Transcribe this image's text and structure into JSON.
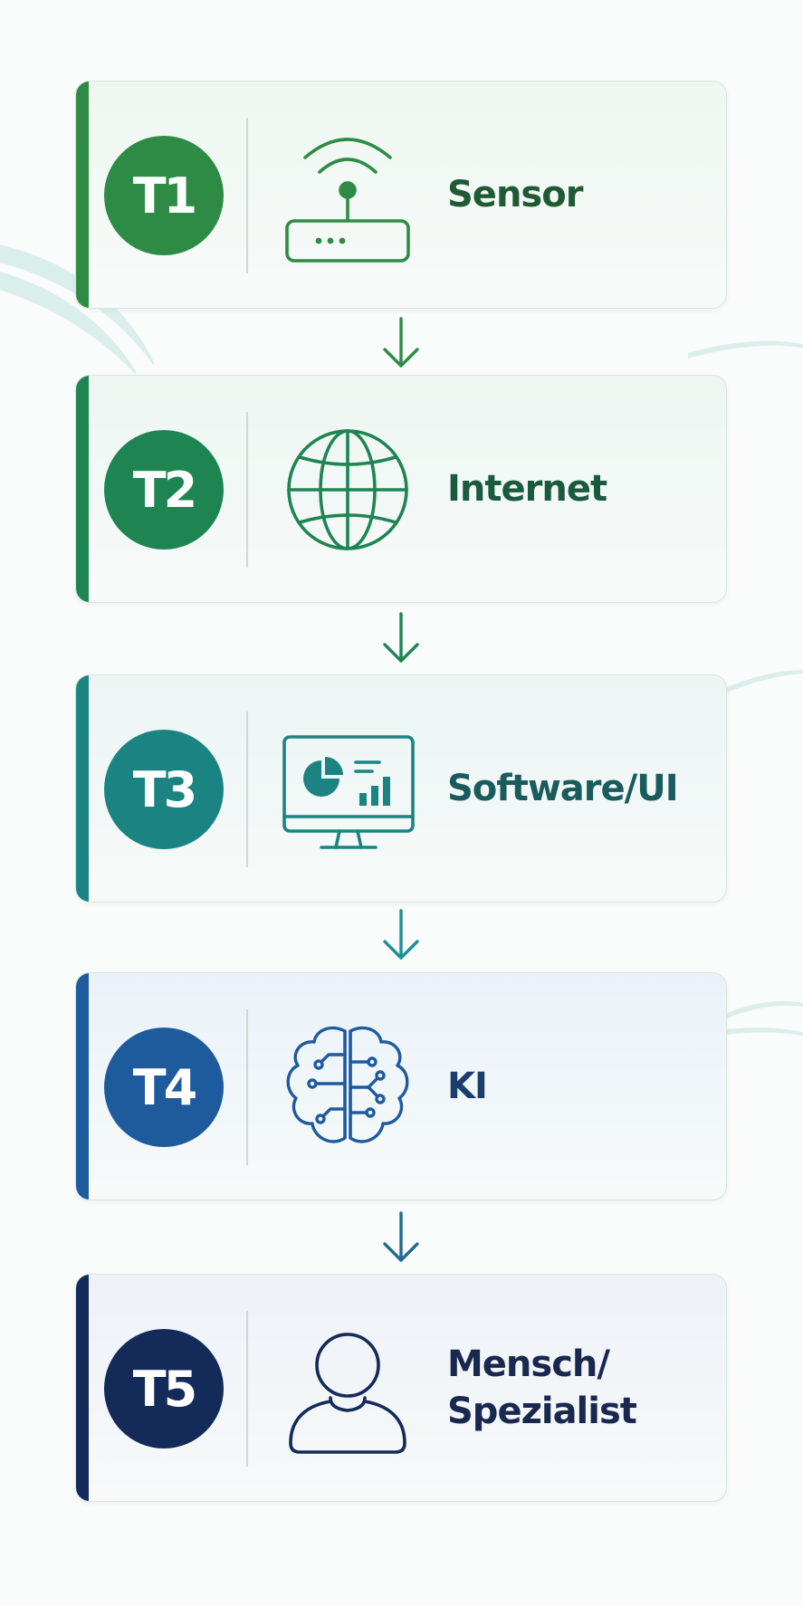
{
  "steps": [
    {
      "badge": "T1",
      "label": "Sensor",
      "icon": "router-signal-icon",
      "color": "#2e8b45",
      "label_color": "#1f5a34",
      "bg": "#eef7f1"
    },
    {
      "badge": "T2",
      "label": "Internet",
      "icon": "globe-icon",
      "color": "#1e8552",
      "label_color": "#1a5a3e",
      "bg": "#edf6f2"
    },
    {
      "badge": "T3",
      "label": "Software/UI",
      "icon": "monitor-chart-icon",
      "color": "#1b8483",
      "label_color": "#1a5b5e",
      "bg": "#ebf5f4"
    },
    {
      "badge": "T4",
      "label": "KI",
      "icon": "brain-circuit-icon",
      "color": "#1e5b9d",
      "label_color": "#1a3d6a",
      "bg": "#eaf2f9"
    },
    {
      "badge": "T5",
      "label_line1": "Mensch/",
      "label_line2": "Spezialist",
      "icon": "person-icon",
      "color": "#142a58",
      "label_color": "#18284f",
      "bg": "#eef1f7"
    }
  ],
  "arrows": [
    {
      "icon": "arrow-down-icon",
      "color": "#2e8b45"
    },
    {
      "icon": "arrow-down-icon",
      "color": "#1e8552"
    },
    {
      "icon": "arrow-down-icon",
      "color": "#1d8f95"
    },
    {
      "icon": "arrow-down-icon",
      "color": "#1f6c8e"
    }
  ]
}
